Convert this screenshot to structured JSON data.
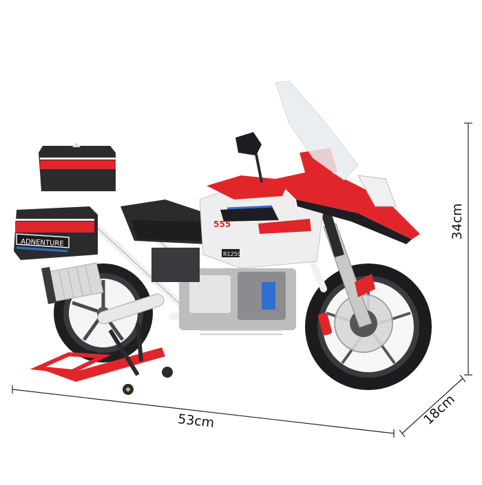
{
  "product": {
    "type": "brick-built adventure motorcycle model",
    "side_case_text": "ADNENTURE",
    "fairing_badge": "555",
    "engine_badge": "R1250",
    "colors": {
      "primary_red": "#e0262a",
      "body_white": "#eeeeee",
      "dark_grey": "#2b2b2e",
      "accent_blue": "#2f6fd1",
      "tire_black": "#1c1c1e",
      "windscreen": "#e8ecef"
    }
  },
  "dimensions": {
    "length": "53cm",
    "height": "34cm",
    "width": "18cm",
    "line_color": "#222222"
  }
}
